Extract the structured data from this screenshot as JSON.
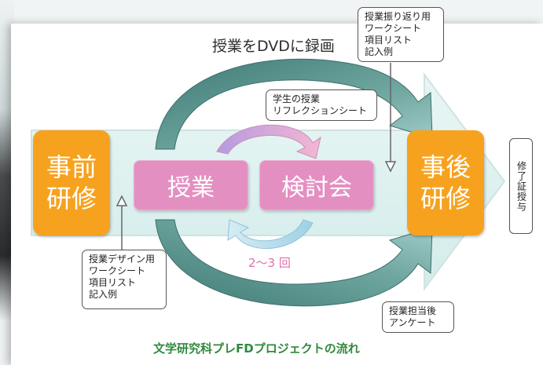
{
  "diagram": {
    "title_top": "授業をDVDに録画",
    "boxes": {
      "pre_training": [
        "事前",
        "研修"
      ],
      "class": "授業",
      "review_meeting": "検討会",
      "post_training": [
        "事後",
        "研修"
      ]
    },
    "repeat_label": "2〜3 回",
    "notes": {
      "reflection_worksheet": "授業振り返り用\nワークシート\n項目リスト\n記入例",
      "student_reflection": "学生の授業\nリフレクションシート",
      "design_worksheet": "授業デザイン用\nワークシート\n項目リスト\n記入例",
      "post_survey": "授業担当後\nアンケート"
    },
    "certificate": "修了証授与",
    "caption": "文学研究科プレFDプロジェクトの流れ"
  },
  "colors": {
    "orange": "#f7a21e",
    "pink": "#e48fc2",
    "band": "#dff2f1",
    "teal_arrow": "#4f8a84",
    "caption_green": "#2f8a3c"
  }
}
